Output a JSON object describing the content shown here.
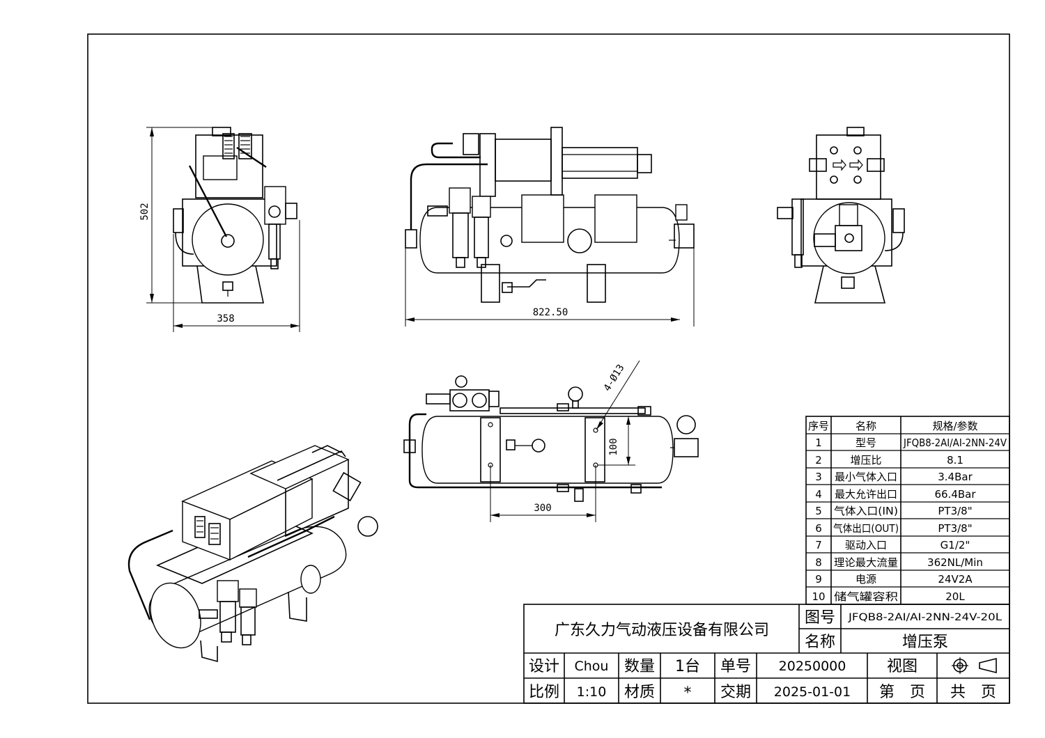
{
  "dimensions": {
    "height_left": "502",
    "width_left": "358",
    "length_front": "822.50",
    "hole_label": "4-Ø13",
    "hole_spacing_v": "100",
    "hole_spacing_h": "300"
  },
  "spec_table": {
    "headers": [
      "序号",
      "名称",
      "规格/参数"
    ],
    "rows": [
      {
        "no": "1",
        "name": "型号",
        "value": "JFQB8-2AI/AI-2NN-24V"
      },
      {
        "no": "2",
        "name": "增压比",
        "value": "8.1"
      },
      {
        "no": "3",
        "name": "最小气体入口",
        "value": "3.4Bar"
      },
      {
        "no": "4",
        "name": "最大允许出口",
        "value": "66.4Bar"
      },
      {
        "no": "5",
        "name": "气体入口(IN)",
        "value": "PT3/8\""
      },
      {
        "no": "6",
        "name": "气体出口(OUT)",
        "value": "PT3/8\""
      },
      {
        "no": "7",
        "name": "驱动入口",
        "value": "G1/2\""
      },
      {
        "no": "8",
        "name": "理论最大流量",
        "value": "362NL/Min"
      },
      {
        "no": "9",
        "name": "电源",
        "value": "24V2A"
      },
      {
        "no": "10",
        "name": "储气罐容积",
        "value": "20L"
      }
    ]
  },
  "title_block": {
    "company": "广东久力气动液压设备有限公司",
    "drawing_no_label": "图号",
    "drawing_no": "JFQB8-2AI/AI-2NN-24V-20L",
    "name_label": "名称",
    "name": "增压泵",
    "design_label": "设计",
    "designer": "Chou",
    "qty_label": "数量",
    "qty": "1台",
    "order_label": "单号",
    "order_no": "20250000",
    "view_label": "视图",
    "scale_label": "比例",
    "scale": "1:10",
    "material_label": "材质",
    "material": "*",
    "date_label": "交期",
    "date": "2025-01-01",
    "page_label": "第　页",
    "total_label": "共　页"
  },
  "icons": [
    "projection-symbol-icon"
  ]
}
